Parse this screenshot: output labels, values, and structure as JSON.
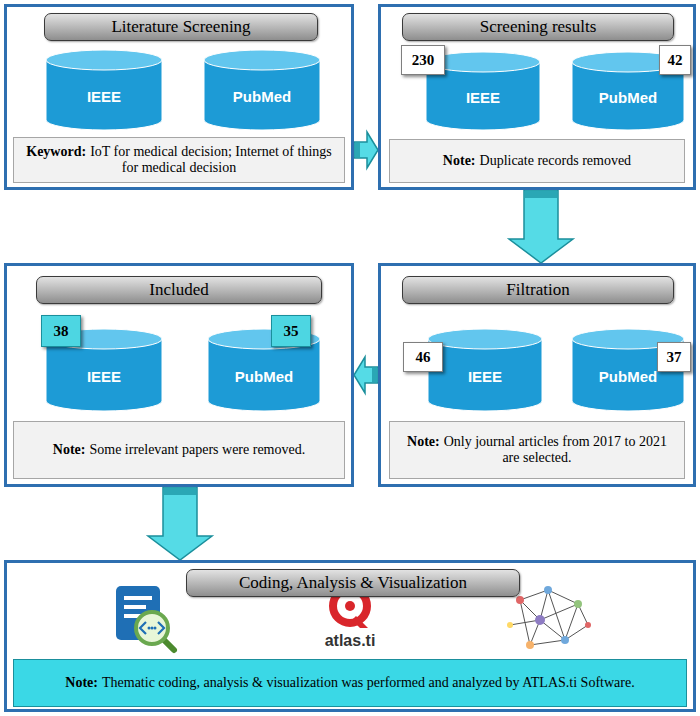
{
  "diagram": {
    "nodes": [
      {
        "text": [
          "Literature Screening"
        ]
      },
      {
        "text": [
          "IEEE"
        ],
        "in": 0
      },
      {
        "text": [
          "PubMed"
        ],
        "in": 0
      },
      {
        "text": [
          "Keyword:",
          "IoT for medical decision; Internet of things for medical decision"
        ],
        "in": 0
      },
      {
        "text": [
          "Screening results"
        ]
      },
      {
        "text": [
          "IEEE"
        ],
        "in": 4
      },
      {
        "text": [
          "230"
        ],
        "in": 4
      },
      {
        "text": [
          "PubMed"
        ],
        "in": 4
      },
      {
        "text": [
          "42"
        ],
        "in": 4
      },
      {
        "text": [
          "Note:",
          "Duplicate records removed"
        ],
        "in": 4
      },
      {
        "text": [
          "Included"
        ]
      },
      {
        "text": [
          "38"
        ],
        "in": 10
      },
      {
        "text": [
          "IEEE"
        ],
        "in": 10
      },
      {
        "text": [
          "PubMed"
        ],
        "in": 10
      },
      {
        "text": [
          "35"
        ],
        "in": 10
      },
      {
        "text": [
          "Note:",
          "Some irrelevant papers were removed."
        ],
        "in": 10
      },
      {
        "text": [
          "Filtration"
        ]
      },
      {
        "text": [
          "IEEE"
        ],
        "in": 16
      },
      {
        "text": [
          "46"
        ],
        "in": 16
      },
      {
        "text": [
          "PubMed"
        ],
        "in": 16
      },
      {
        "text": [
          "37"
        ],
        "in": 16
      },
      {
        "text": [
          "Note:",
          "Only journal articles from 2017 to 2021 are selected."
        ],
        "in": 16
      },
      {
        "text": [
          "Coding, Analysis & Visualization"
        ]
      },
      {
        "text": [
          "Note:",
          "Thematic coding, analysis & visualization was performed and analyzed by ATLAS.ti Software."
        ],
        "in": 22
      }
    ],
    "edges": [
      {
        "from": 0,
        "to": 4,
        "arrow": "to"
      },
      {
        "from": 4,
        "to": 16,
        "arrow": "to"
      },
      {
        "from": 16,
        "to": 10,
        "arrow": "to"
      },
      {
        "from": 10,
        "to": 22,
        "arrow": "to"
      }
    ],
    "labels": [
      "atlas.ti"
    ]
  }
}
